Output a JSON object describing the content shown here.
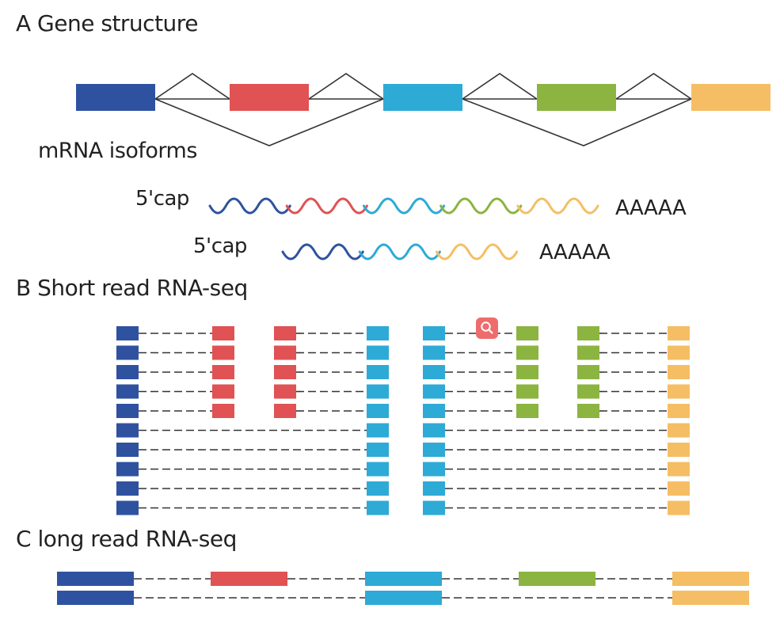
{
  "labels": {
    "section_a": "A  Gene structure",
    "mrna_isoforms": "mRNA isoforms",
    "isoform1_cap": "5'cap",
    "isoform1_tail": "AAAAA",
    "isoform2_cap": "5'cap",
    "isoform2_tail": "AAAAA",
    "section_b": "B  Short read RNA-seq",
    "section_c": "C  long read RNA-seq"
  },
  "colors": {
    "exon1": "#2f52a0",
    "exon2": "#e05253",
    "exon3": "#2eaad6",
    "exon4": "#8cb440",
    "exon5": "#f5be64",
    "line": "#333333",
    "search_badge": "#ef6c6c"
  },
  "exons": [
    "exon1",
    "exon2",
    "exon3",
    "exon4",
    "exon5"
  ],
  "isoforms": [
    {
      "name": "isoform-1",
      "exons": [
        "exon1",
        "exon2",
        "exon3",
        "exon4",
        "exon5"
      ]
    },
    {
      "name": "isoform-2",
      "exons": [
        "exon1",
        "exon3",
        "exon5"
      ]
    }
  ],
  "short_reads": {
    "full_rows": 5,
    "skip_rows": 5,
    "full_row_exons": [
      "exon1",
      "exon2",
      "exon2",
      "exon3",
      "exon3",
      "exon4",
      "exon4",
      "exon5"
    ],
    "skip_row_exons": [
      "exon1",
      "exon3",
      "exon3",
      "exon5"
    ]
  },
  "long_reads": [
    {
      "exons": [
        "exon1",
        "exon2",
        "exon3",
        "exon4",
        "exon5"
      ]
    },
    {
      "exons": [
        "exon1",
        "exon3",
        "exon5"
      ]
    }
  ],
  "icons": {
    "search_badge": "search-icon"
  }
}
